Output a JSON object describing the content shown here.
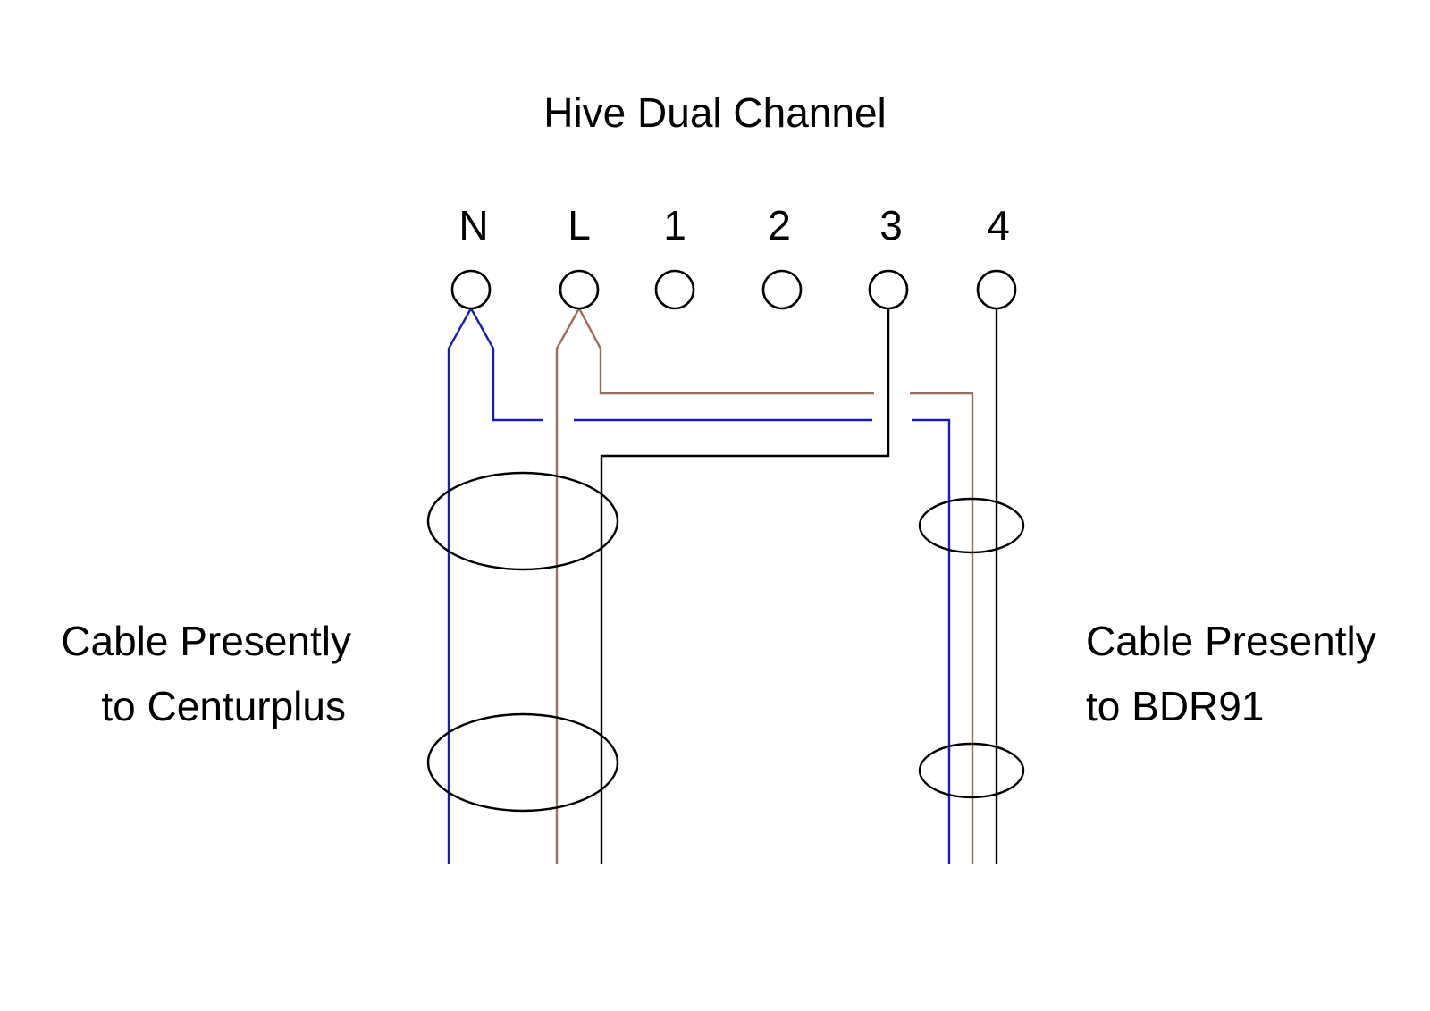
{
  "diagram": {
    "title": "Hive Dual Channel",
    "terminals": [
      {
        "id": "N",
        "label": "N"
      },
      {
        "id": "L",
        "label": "L"
      },
      {
        "id": "1",
        "label": "1"
      },
      {
        "id": "2",
        "label": "2"
      },
      {
        "id": "3",
        "label": "3"
      },
      {
        "id": "4",
        "label": "4"
      }
    ],
    "left_cable": {
      "line1": "Cable Presently",
      "line2": "to Centurplus",
      "conductors": [
        "blue (neutral) from N",
        "brown (live) from L",
        "black from 3"
      ]
    },
    "right_cable": {
      "line1": "Cable Presently",
      "line2": "to BDR91",
      "conductors": [
        "blue (neutral) from N",
        "brown (live) from L",
        "black from 4"
      ]
    },
    "colors": {
      "neutral": "#1a1ab4",
      "live": "#9a6e5a",
      "switched": "#000000"
    }
  }
}
